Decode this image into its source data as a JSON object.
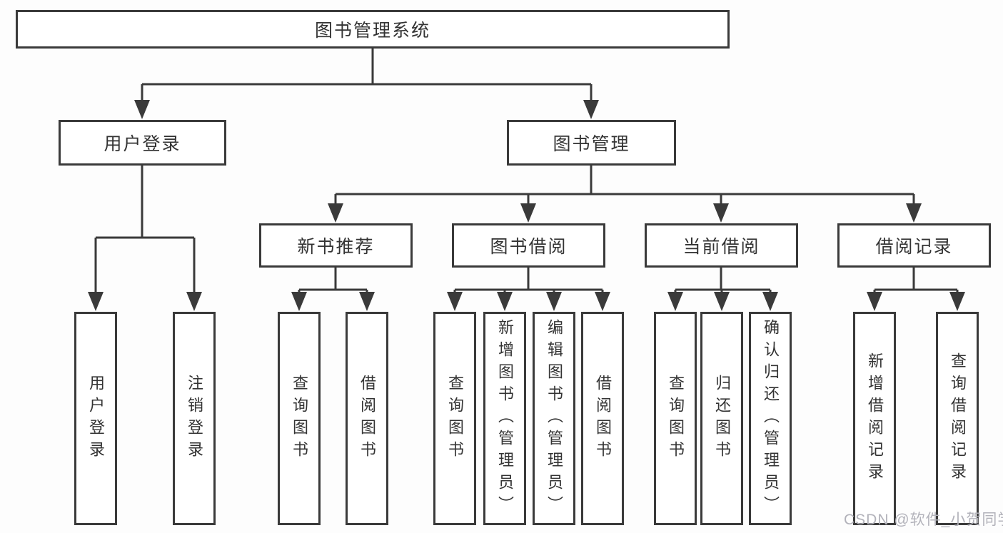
{
  "tree": {
    "label": "图书管理系统",
    "children": [
      {
        "label": "用户登录",
        "children": [
          {
            "label": "用户登录"
          },
          {
            "label": "注销登录"
          }
        ]
      },
      {
        "label": "图书管理",
        "children": [
          {
            "label": "新书推荐",
            "children": [
              {
                "label": "查询图书"
              },
              {
                "label": "借阅图书"
              }
            ]
          },
          {
            "label": "图书借阅",
            "children": [
              {
                "label": "查询图书"
              },
              {
                "label": "新增图书（管理员）"
              },
              {
                "label": "编辑图书（管理员）"
              },
              {
                "label": "借阅图书"
              }
            ]
          },
          {
            "label": "当前借阅",
            "children": [
              {
                "label": "查询图书"
              },
              {
                "label": "归还图书"
              },
              {
                "label": "确认归还（管理员）"
              }
            ]
          },
          {
            "label": "借阅记录",
            "children": [
              {
                "label": "新增借阅记录"
              },
              {
                "label": "查询借阅记录"
              }
            ]
          }
        ]
      }
    ]
  },
  "watermark": {
    "text": "CSDN @软件_小贺同学",
    "color": "#b2b2ba"
  },
  "style": {
    "line_color": "#3a3a3a",
    "box_background": "#ffffff",
    "text_color": "#333333"
  }
}
